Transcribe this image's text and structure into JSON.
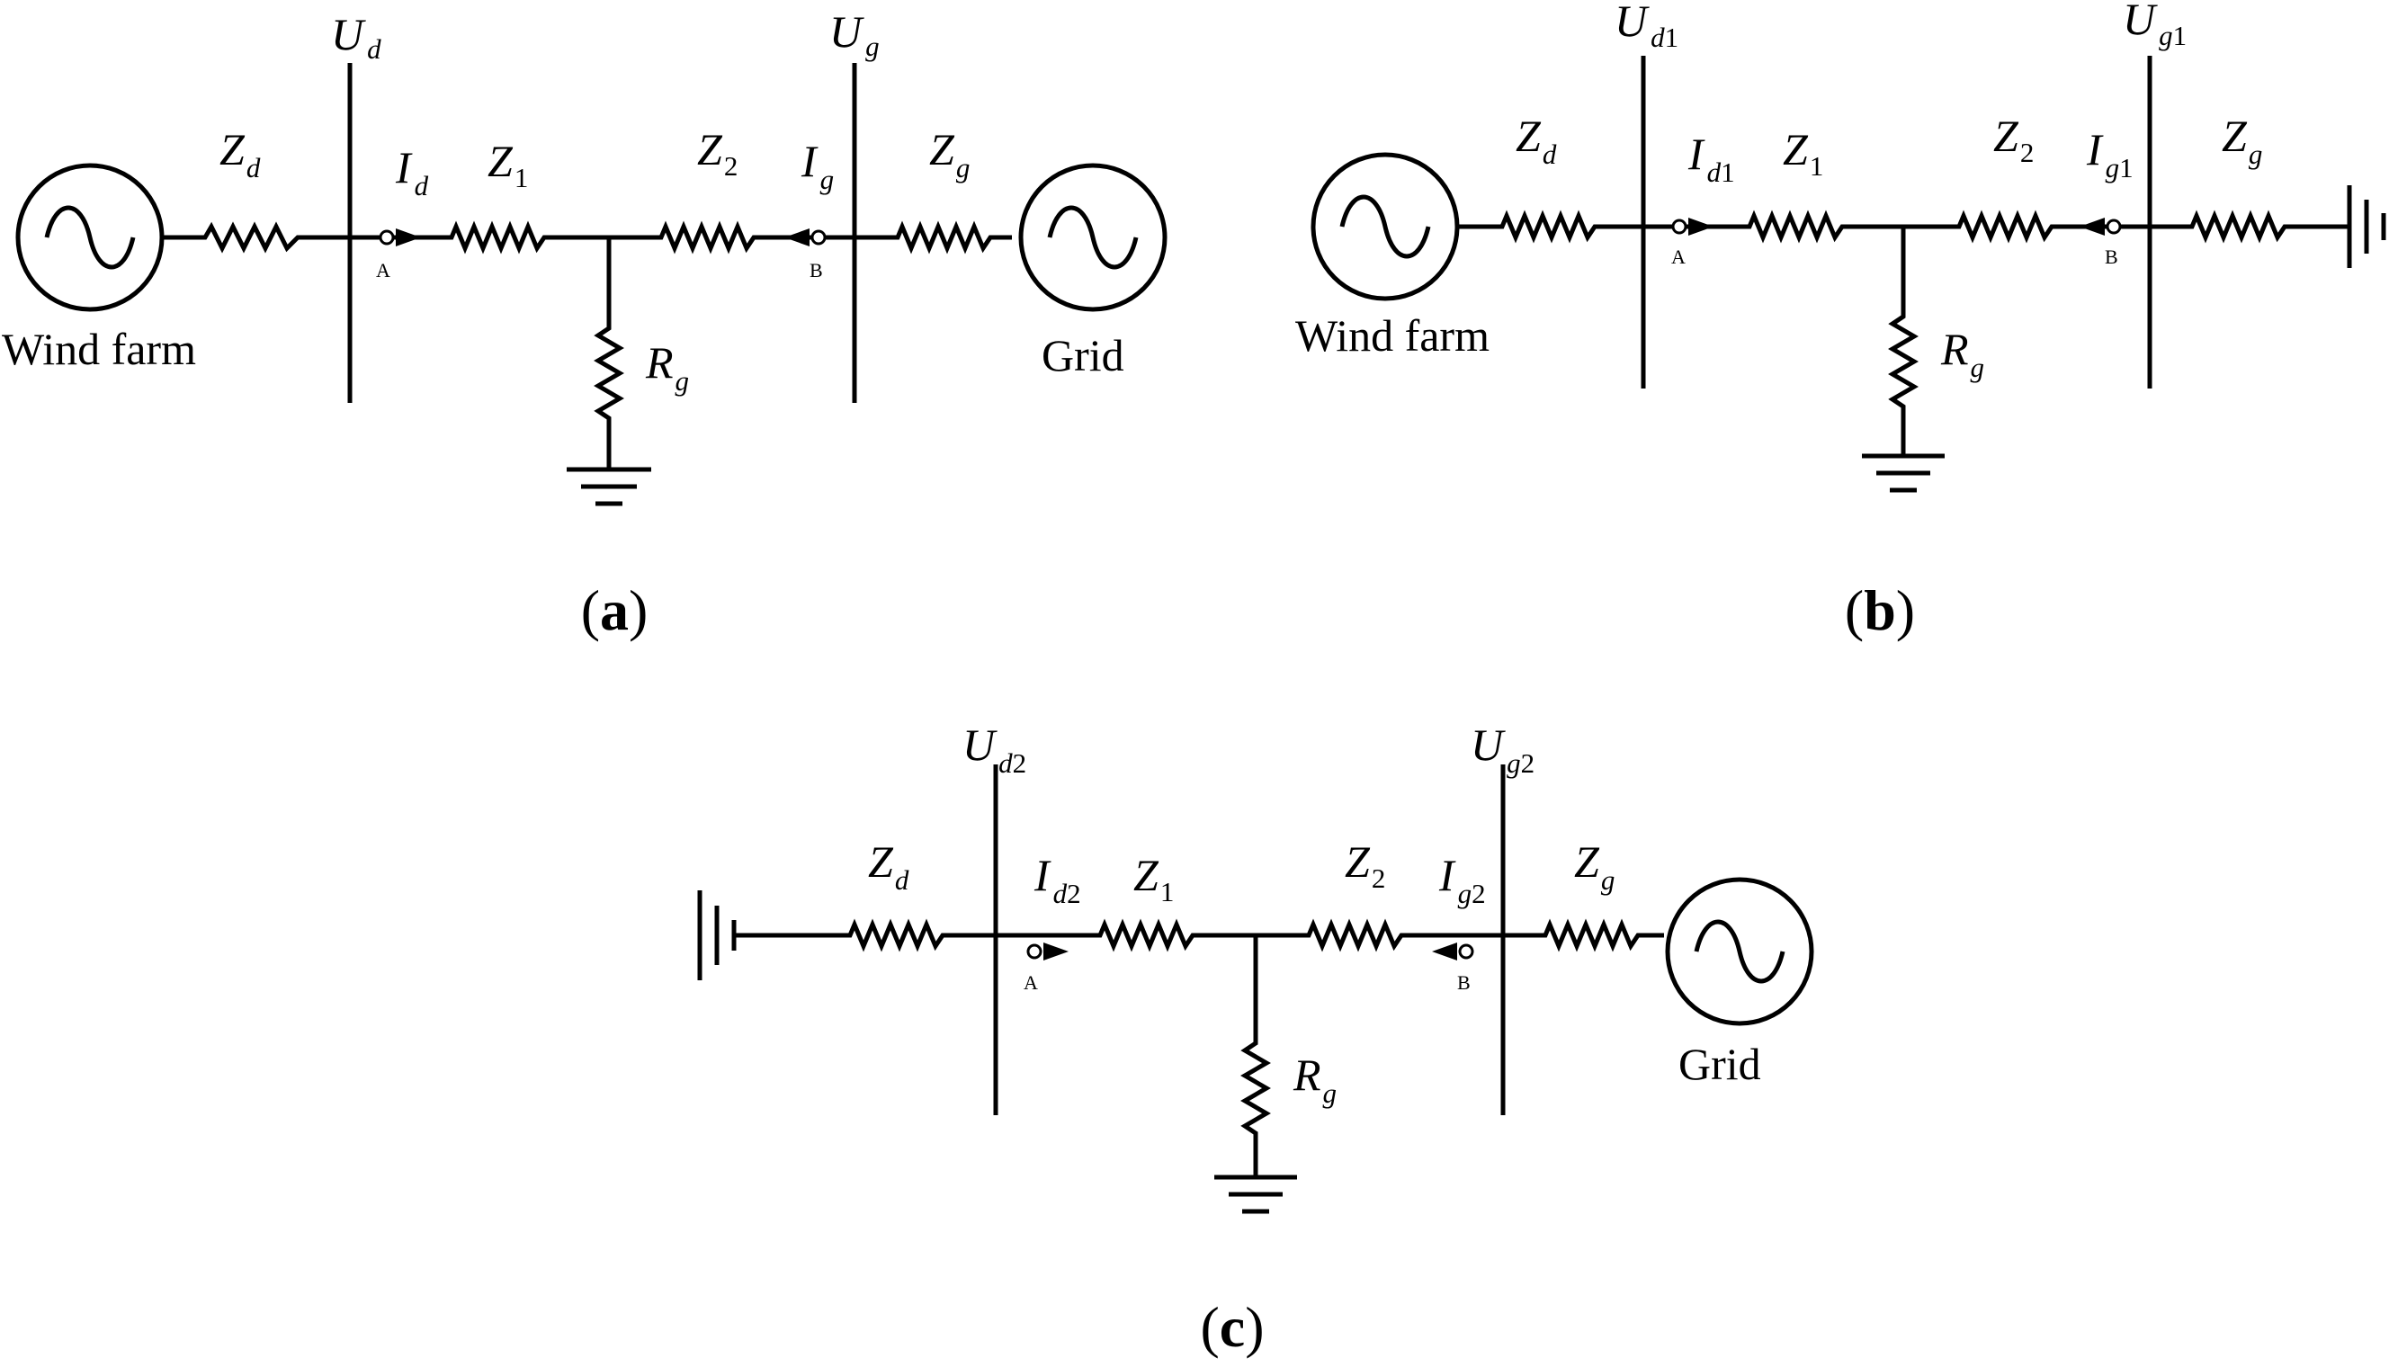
{
  "panels": [
    {
      "id": "a",
      "caption": {
        "open": "(",
        "letter": "a",
        "close": ")"
      },
      "left": {
        "type": "source",
        "label": "Wind farm"
      },
      "right": {
        "type": "source",
        "label": "Grid"
      },
      "bus_left": {
        "sym": "U",
        "sub": "d",
        "num": ""
      },
      "bus_right": {
        "sym": "U",
        "sub": "g",
        "num": ""
      },
      "current_left": {
        "sym": "I",
        "sub": "d",
        "num": ""
      },
      "current_right": {
        "sym": "I",
        "sub": "g",
        "num": ""
      },
      "node_left": "A",
      "node_right": "B",
      "impedances": {
        "zd": {
          "sym": "Z",
          "sub": "d"
        },
        "z1": {
          "sym": "Z",
          "sub": "1"
        },
        "z2": {
          "sym": "Z",
          "sub": "2"
        },
        "zg": {
          "sym": "Z",
          "sub": "g"
        },
        "rg": {
          "sym": "R",
          "sub": "g"
        }
      }
    },
    {
      "id": "b",
      "caption": {
        "open": "(",
        "letter": "b",
        "close": ")"
      },
      "left": {
        "type": "source",
        "label": "Wind farm"
      },
      "right": {
        "type": "ground",
        "label": ""
      },
      "bus_left": {
        "sym": "U",
        "sub": "d",
        "num": "1"
      },
      "bus_right": {
        "sym": "U",
        "sub": "g",
        "num": "1"
      },
      "current_left": {
        "sym": "I",
        "sub": "d",
        "num": "1"
      },
      "current_right": {
        "sym": "I",
        "sub": "g",
        "num": "1"
      },
      "node_left": "A",
      "node_right": "B",
      "impedances": {
        "zd": {
          "sym": "Z",
          "sub": "d"
        },
        "z1": {
          "sym": "Z",
          "sub": "1"
        },
        "z2": {
          "sym": "Z",
          "sub": "2"
        },
        "zg": {
          "sym": "Z",
          "sub": "g"
        },
        "rg": {
          "sym": "R",
          "sub": "g"
        }
      }
    },
    {
      "id": "c",
      "caption": {
        "open": "(",
        "letter": "c",
        "close": ")"
      },
      "left": {
        "type": "ground",
        "label": ""
      },
      "right": {
        "type": "source",
        "label": "Grid"
      },
      "bus_left": {
        "sym": "U",
        "sub": "d",
        "num": "2"
      },
      "bus_right": {
        "sym": "U",
        "sub": "g",
        "num": "2"
      },
      "current_left": {
        "sym": "I",
        "sub": "d",
        "num": "2"
      },
      "current_right": {
        "sym": "I",
        "sub": "g",
        "num": "2"
      },
      "node_left": "A",
      "node_right": "B",
      "impedances": {
        "zd": {
          "sym": "Z",
          "sub": "d"
        },
        "z1": {
          "sym": "Z",
          "sub": "1"
        },
        "z2": {
          "sym": "Z",
          "sub": "2"
        },
        "zg": {
          "sym": "Z",
          "sub": "g"
        },
        "rg": {
          "sym": "R",
          "sub": "g"
        }
      }
    }
  ]
}
